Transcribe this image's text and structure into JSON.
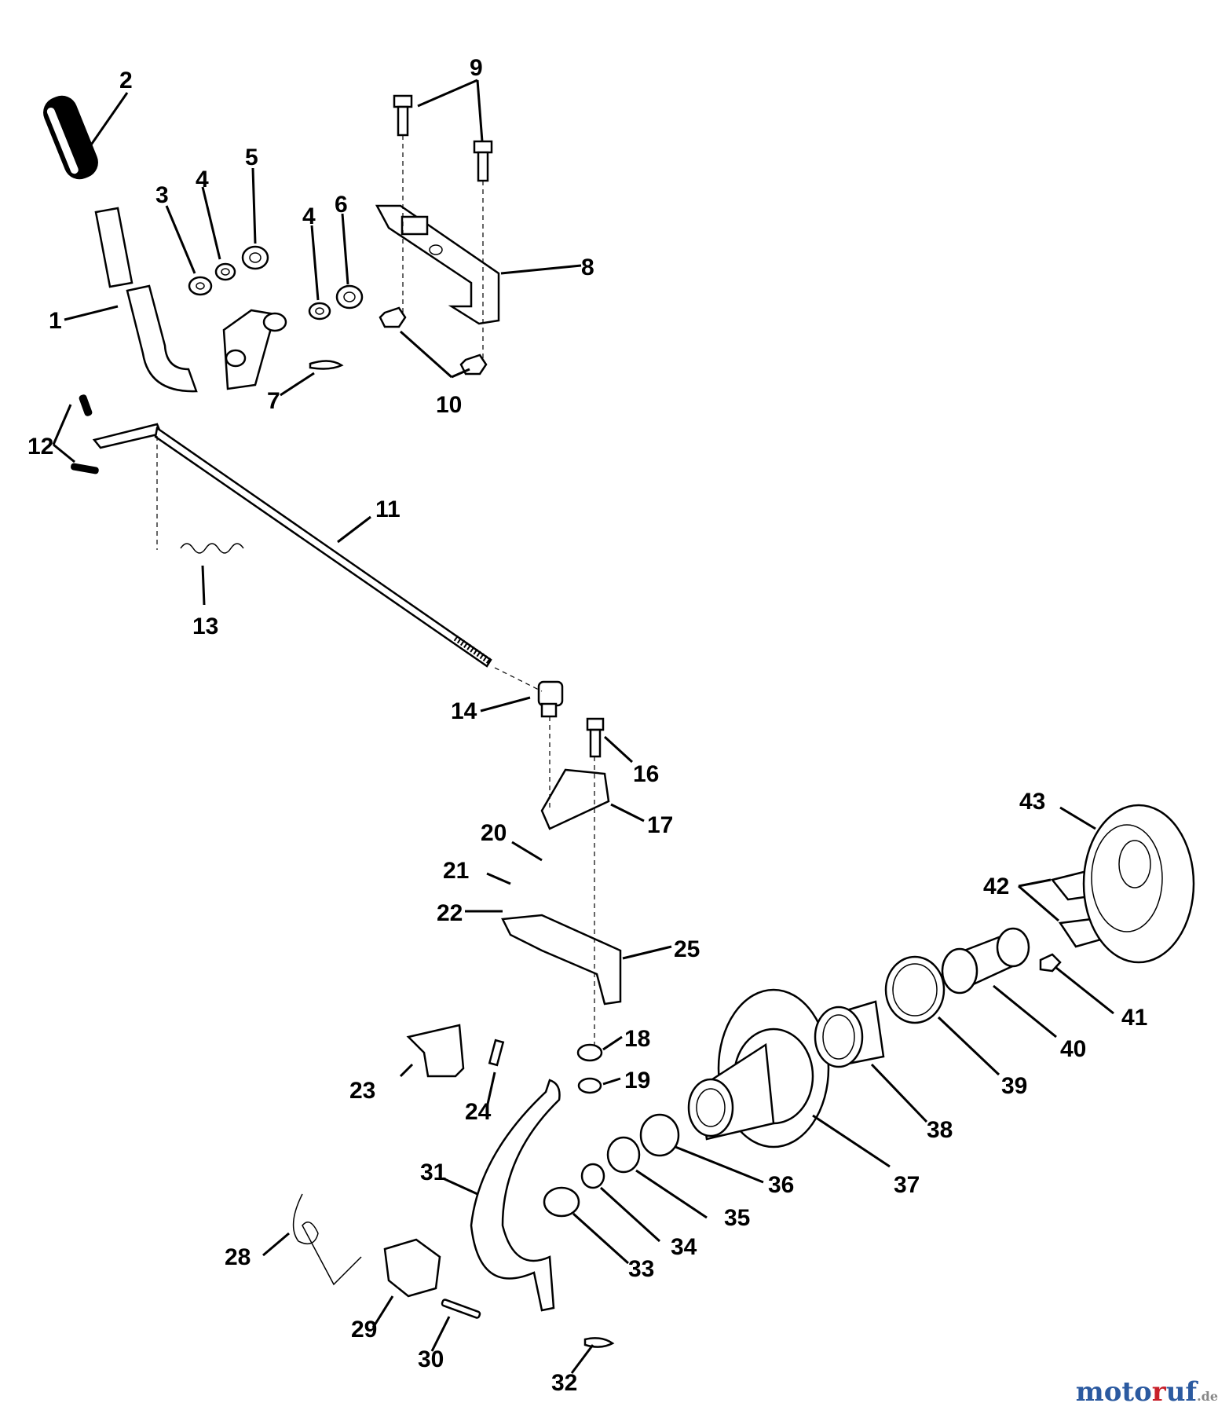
{
  "diagram": {
    "callouts": {
      "p1": "1",
      "p2": "2",
      "p3": "3",
      "p4a": "4",
      "p4b": "4",
      "p5": "5",
      "p6": "6",
      "p7": "7",
      "p8": "8",
      "p9": "9",
      "p10": "10",
      "p11": "11",
      "p12": "12",
      "p13": "13",
      "p14": "14",
      "p16": "16",
      "p17": "17",
      "p18": "18",
      "p19": "19",
      "p20": "20",
      "p21": "21",
      "p22": "22",
      "p23": "23",
      "p24": "24",
      "p25": "25",
      "p28": "28",
      "p29": "29",
      "p30": "30",
      "p31": "31",
      "p32": "32",
      "p33": "33",
      "p34": "34",
      "p35": "35",
      "p36": "36",
      "p37": "37",
      "p38": "38",
      "p39": "39",
      "p40": "40",
      "p41": "41",
      "p42": "42",
      "p43": "43"
    }
  },
  "watermark": {
    "part1": "moto",
    "part2": "r",
    "part3": "uf",
    "part4": ".de"
  }
}
